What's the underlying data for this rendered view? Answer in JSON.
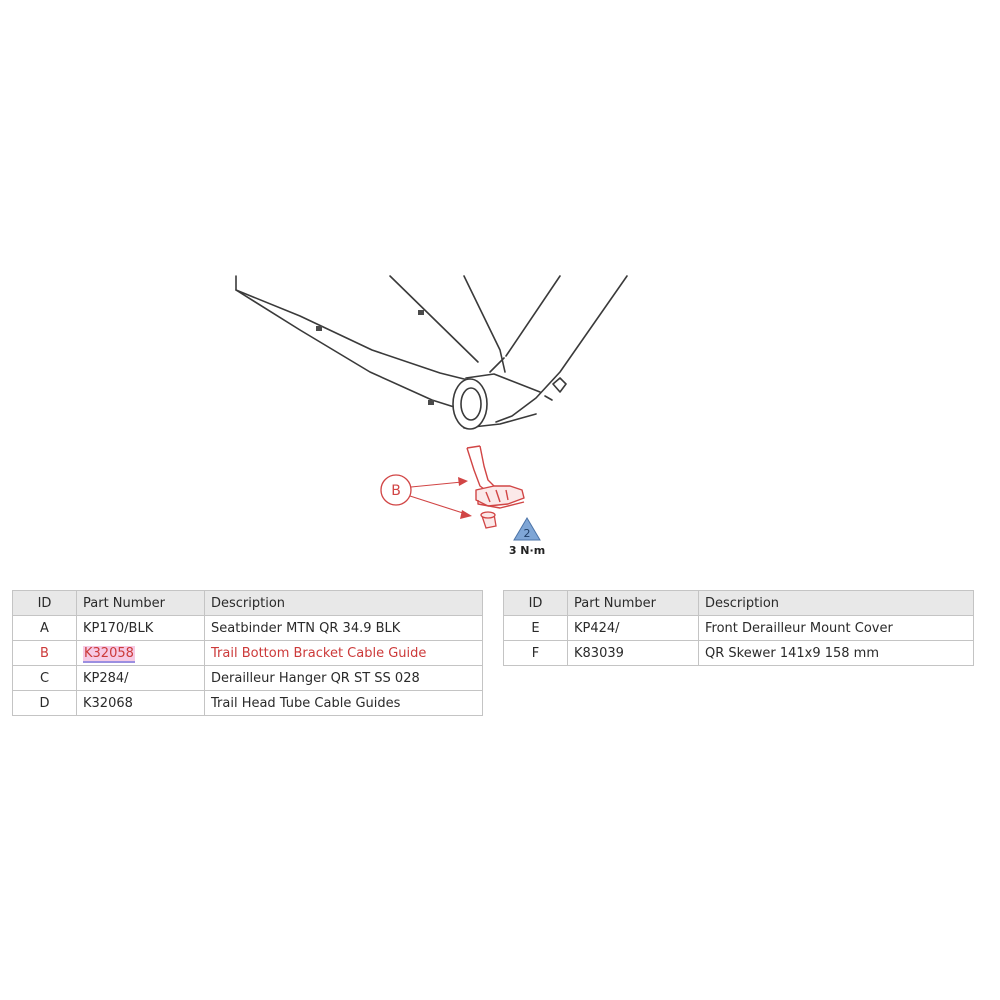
{
  "callout": {
    "label": "B",
    "torque_step": "2",
    "torque_value": "3 N·m"
  },
  "colors": {
    "highlight_text": "#cc3a3a",
    "highlight_background": "#f6c9e4",
    "header_background": "#e8e8e8",
    "torque_triangle": "#7fa6d6"
  },
  "tables": {
    "headers": [
      "ID",
      "Part Number",
      "Description"
    ],
    "left": [
      {
        "id": "A",
        "part_number": "KP170/BLK",
        "description": "Seatbinder MTN QR 34.9 BLK"
      },
      {
        "id": "B",
        "part_number": "K32058",
        "description": "Trail Bottom Bracket Cable Guide"
      },
      {
        "id": "C",
        "part_number": "KP284/",
        "description": "Derailleur Hanger QR ST SS 028"
      },
      {
        "id": "D",
        "part_number": "K32068",
        "description": "Trail Head Tube Cable Guides"
      }
    ],
    "right": [
      {
        "id": "E",
        "part_number": "KP424/",
        "description": "Front Derailleur Mount Cover"
      },
      {
        "id": "F",
        "part_number": "K83039",
        "description": "QR Skewer 141x9 158 mm"
      }
    ]
  }
}
